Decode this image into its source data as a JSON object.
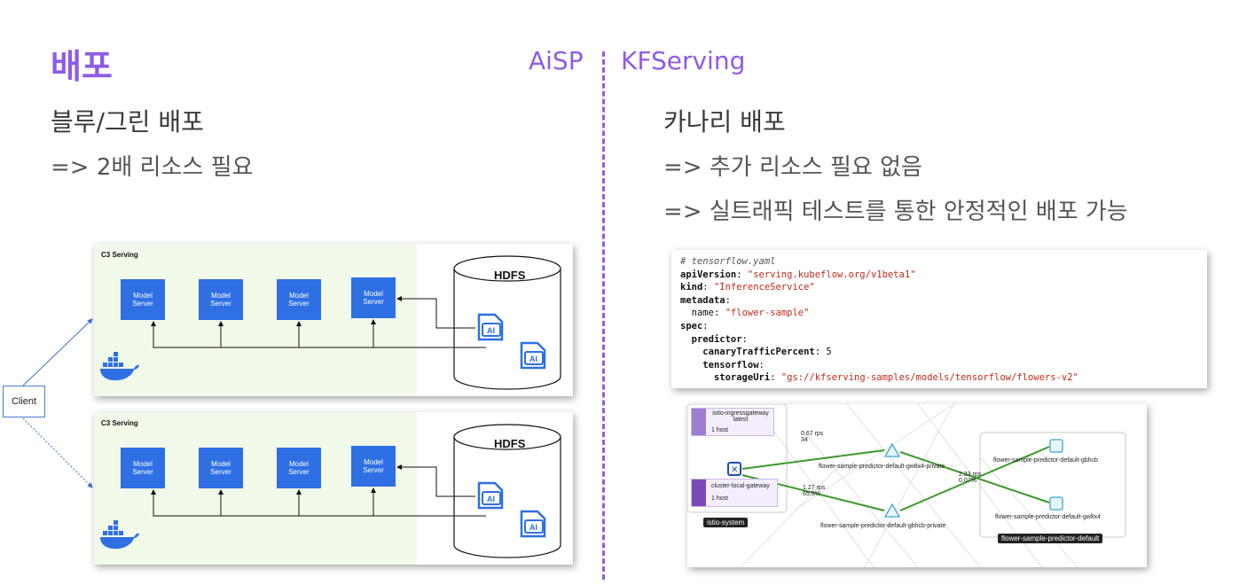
{
  "header": {
    "title": "배포",
    "left_brand": "AiSP",
    "right_brand": "KFServing"
  },
  "left": {
    "subtitle": "블루/그린 배포",
    "note": "=> 2배 리소스 필요",
    "diagram": {
      "client_label": "Client",
      "top": {
        "serving_label": "C3 Serving",
        "servers": [
          "Model\nServer",
          "Model\nServer",
          "Model\nServer",
          "Model\nServer"
        ],
        "storage_label": "HDFS",
        "file_label": "AI"
      },
      "bottom": {
        "serving_label": "C3 Serving",
        "servers": [
          "Model\nServer",
          "Model\nServer",
          "Model\nServer",
          "Model\nServer"
        ],
        "storage_label": "HDFS",
        "file_label": "AI"
      }
    }
  },
  "right": {
    "subtitle": "카나리 배포",
    "note1": "=> 추가 리소스 필요 없음",
    "note2": "=> 실트래픽 테스트를 통한 안정적인 배포 가능",
    "code": {
      "comment": "# tensorflow.yaml",
      "apiVersion_key": "apiVersion",
      "apiVersion_val": "\"serving.kubeflow.org/v1beta1\"",
      "kind_key": "kind",
      "kind_val": "\"InferenceService\"",
      "metadata_key": "metadata",
      "name_key": "name",
      "name_val": "\"flower-sample\"",
      "spec_key": "spec",
      "predictor_key": "predictor",
      "canary_key": "canaryTrafficPercent",
      "canary_val": "5",
      "tensorflow_key": "tensorflow",
      "storage_key": "storageUri",
      "storage_val": "\"gs://kfserving-samples/models/tensorflow/flowers-v2\""
    },
    "graph": {
      "gateway_box": "istio-ingressgateway\nlatest",
      "gateway_hosts": "1 host",
      "local_gateway": "cluster-local-gateway",
      "local_hosts": "1 host",
      "ns_badge": "istio-system",
      "edge_top": "0.67 rps\n34",
      "edge_bottom": "1.27 rps\n65.5%",
      "edge_right": "2.33 rps\n0.07%",
      "svc_top": "flower-sample-predictor-default-gw8x4-private",
      "svc_bottom": "flower-sample-predictor-default-gbhcb-private",
      "app_top": "flower-sample-predictor-default-gbhcb",
      "app_bottom": "flower-sample-predictor-default-gw8x4",
      "app_badge": "flower-sample-predictor-default"
    }
  },
  "colors": {
    "accent": "#8f5be8",
    "model_server": "#2e6fe4",
    "serving_bg": "#f1f9e9",
    "edge_green": "#3a9a2a"
  },
  "icons": [
    "docker-whale-icon",
    "ai-file-icon",
    "kiali-service-icon",
    "kiali-app-icon"
  ]
}
